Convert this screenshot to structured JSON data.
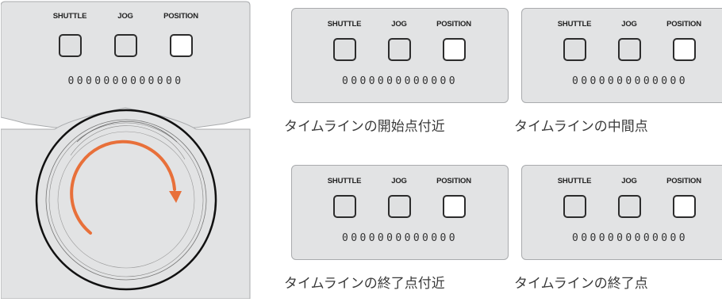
{
  "main_panel": {
    "buttons": [
      {
        "label": "SHUTTLE",
        "active": false
      },
      {
        "label": "JOG",
        "active": false
      },
      {
        "label": "POSITION",
        "active": true
      }
    ],
    "leds": "0000000000000"
  },
  "panels": [
    {
      "buttons": [
        {
          "label": "SHUTTLE",
          "active": false
        },
        {
          "label": "JOG",
          "active": false
        },
        {
          "label": "POSITION",
          "active": true
        }
      ],
      "leds": "0000000000000",
      "caption": "タイムラインの開始点付近"
    },
    {
      "buttons": [
        {
          "label": "SHUTTLE",
          "active": false
        },
        {
          "label": "JOG",
          "active": false
        },
        {
          "label": "POSITION",
          "active": true
        }
      ],
      "leds": "0000000000000",
      "caption": "タイムラインの中間点"
    },
    {
      "buttons": [
        {
          "label": "SHUTTLE",
          "active": false
        },
        {
          "label": "JOG",
          "active": false
        },
        {
          "label": "POSITION",
          "active": true
        }
      ],
      "leds": "0000000000000",
      "caption": "タイムラインの終了点付近"
    },
    {
      "buttons": [
        {
          "label": "SHUTTLE",
          "active": false
        },
        {
          "label": "JOG",
          "active": false
        },
        {
          "label": "POSITION",
          "active": true
        }
      ],
      "leds": "0000000000000",
      "caption": "タイムラインの終了点"
    }
  ],
  "colors": {
    "panel_bg": "#e2e3e4",
    "panel_border": "#a9abad",
    "active_button": "#ffffff",
    "arrow": "#e8703a"
  }
}
